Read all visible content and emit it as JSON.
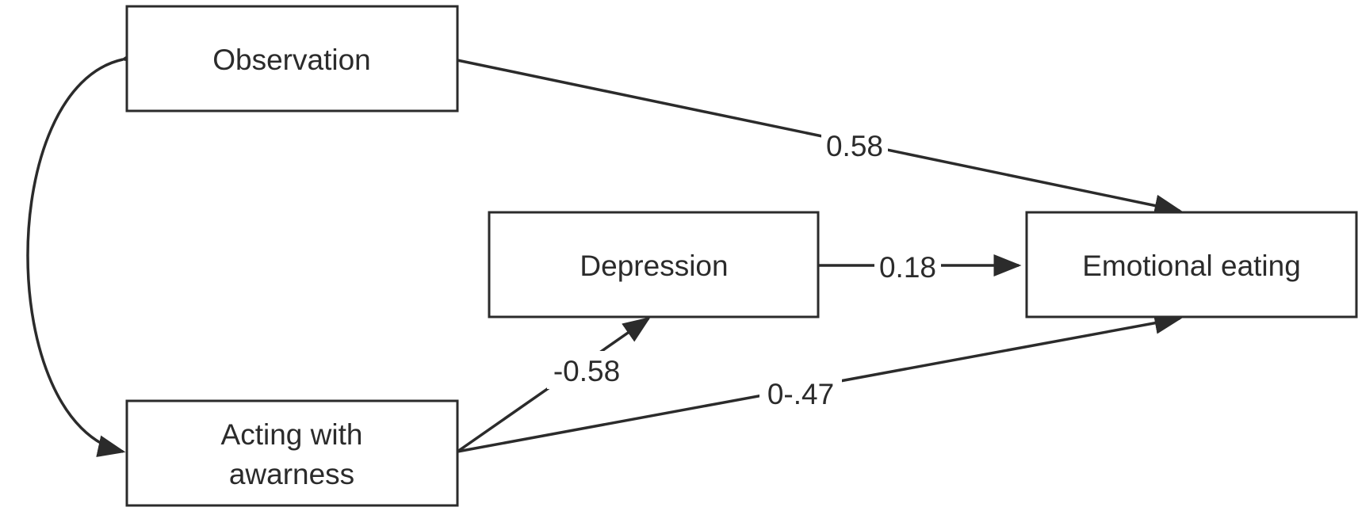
{
  "nodes": {
    "observation": {
      "label": "Observation"
    },
    "depression": {
      "label": "Depression"
    },
    "emotional_eating": {
      "label": "Emotional eating"
    },
    "acting_with_awareness": {
      "line1": "Acting with",
      "line2": "awarness"
    }
  },
  "edges": {
    "observation_to_emotional_eating": {
      "label": "0.58"
    },
    "depression_to_emotional_eating": {
      "label": "0.18"
    },
    "acting_to_depression": {
      "label": "-0.58"
    },
    "acting_to_emotional_eating": {
      "label": "0-.47"
    }
  },
  "colors": {
    "stroke": "#2b2b2b",
    "background": "#ffffff"
  }
}
